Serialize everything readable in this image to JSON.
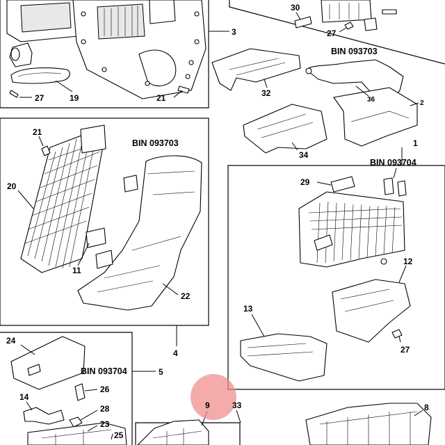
{
  "callouts": {
    "c1": "1",
    "c2": "2",
    "c3": "3",
    "c4": "4",
    "c5": "5",
    "c8": "8",
    "c9": "9",
    "c11": "11",
    "c12": "12",
    "c13": "13",
    "c14": "14",
    "c19": "19",
    "c20": "20",
    "c21a": "21",
    "c21b": "21",
    "c22": "22",
    "c23": "23",
    "c24": "24",
    "c25": "25",
    "c26": "26",
    "c27a": "27",
    "c27b": "27",
    "c27c": "27",
    "c28": "28",
    "c29": "29",
    "c30": "30",
    "c32": "32",
    "c33": "33",
    "c34": "34",
    "c36": "36"
  },
  "bin_labels": {
    "top_right": "BIN 093703",
    "left_middle": "BIN 093703",
    "right_middle": "BIN 093704",
    "bottom_left": "BIN 093704"
  },
  "highlight": {
    "color": "#ee8a8a",
    "callout": "9"
  }
}
